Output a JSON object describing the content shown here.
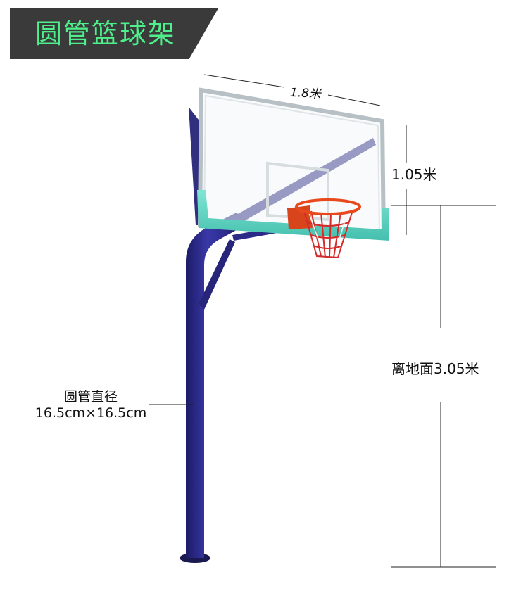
{
  "title": "圆管篮球架",
  "dimensions": {
    "backboard_width": "1.8米",
    "backboard_height": "1.05米",
    "rim_height": "离地面3.05米",
    "pipe_label_line1": "圆管直径",
    "pipe_label_line2": "16.5cm×16.5cm"
  },
  "colors": {
    "title_bg": "#3a3a3a",
    "title_text": "#4df08a",
    "pole": "#2b2a86",
    "backboard_padding": "#5fd6c4",
    "rim": "#e8481c",
    "net": "#d42a2a"
  }
}
